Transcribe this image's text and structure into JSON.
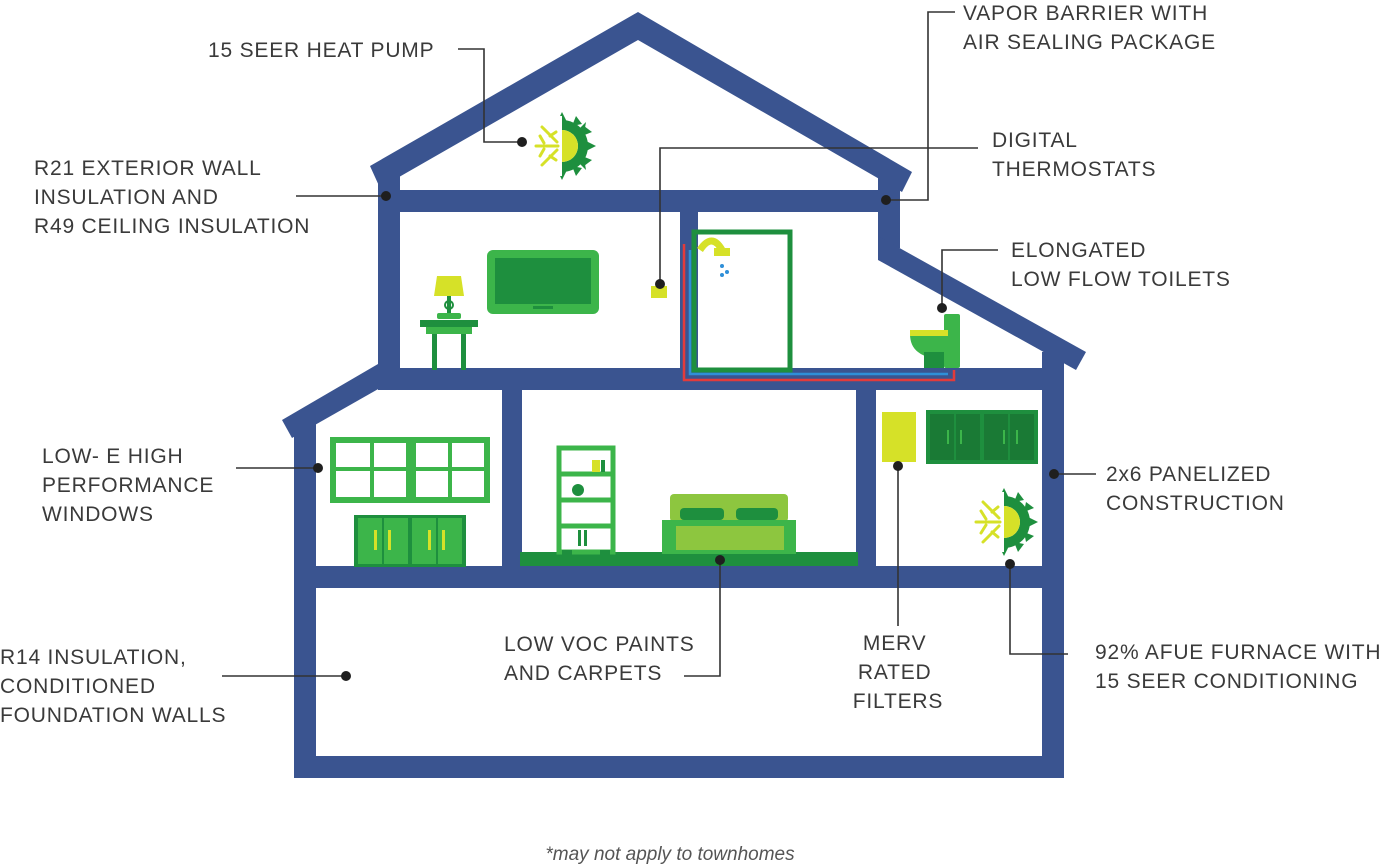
{
  "colors": {
    "frame": "#3a5490",
    "green_dark": "#1e8f3e",
    "green": "#3cb54a",
    "green_light": "#8dc63f",
    "yellow": "#d6e128",
    "pipe_hot": "#e23b3b",
    "pipe_cold": "#2f8fd8",
    "text": "#3a3a3a"
  },
  "icons": {
    "heat_pump": "sun-snowflake-icon",
    "furnace": "sun-snowflake-icon",
    "lamp": "lamp-icon",
    "tv": "tv-icon",
    "thermostat": "thermostat-icon",
    "shower": "shower-icon",
    "toilet": "toilet-icon",
    "windows": "window-icon",
    "dresser": "dresser-icon",
    "bookshelf": "bookshelf-icon",
    "bed": "bed-icon",
    "filter": "filter-icon",
    "cabinets": "cabinet-icon"
  },
  "labels": {
    "heat_pump": [
      "15 SEER HEAT PUMP"
    ],
    "vapor_barrier": [
      "VAPOR BARRIER WITH",
      "AIR SEALING PACKAGE"
    ],
    "thermostats": [
      "DIGITAL",
      "THERMOSTATS"
    ],
    "wall_insulation": [
      "R21 EXTERIOR WALL",
      "INSULATION AND",
      "R49 CEILING INSULATION"
    ],
    "toilets": [
      "ELONGATED",
      "LOW FLOW TOILETS"
    ],
    "windows": [
      "LOW- E HIGH",
      "PERFORMANCE",
      "WINDOWS"
    ],
    "panelized": [
      "2x6 PANELIZED",
      "CONSTRUCTION"
    ],
    "foundation": [
      "R14 INSULATION,",
      "CONDITIONED",
      "FOUNDATION WALLS"
    ],
    "voc": [
      "LOW VOC PAINTS",
      "AND CARPETS"
    ],
    "merv": [
      "MERV",
      "RATED",
      "FILTERS"
    ],
    "furnace": [
      "92% AFUE FURNACE WITH",
      "15 SEER CONDITIONING"
    ]
  },
  "footnote": "*may not apply to townhomes"
}
